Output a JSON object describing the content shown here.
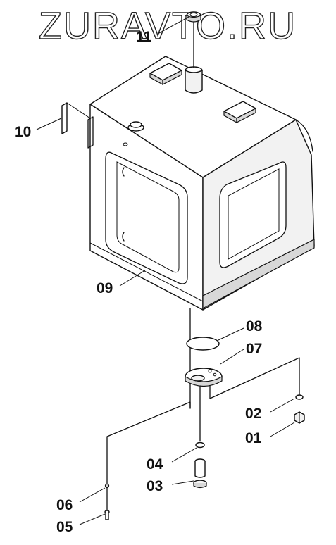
{
  "watermark": "ZURAVTO.RU",
  "callouts": {
    "c01": "01",
    "c02": "02",
    "c03": "03",
    "c04": "04",
    "c05": "05",
    "c06": "06",
    "c07": "07",
    "c08": "08",
    "c09": "09",
    "c10": "10",
    "c11": "11"
  }
}
